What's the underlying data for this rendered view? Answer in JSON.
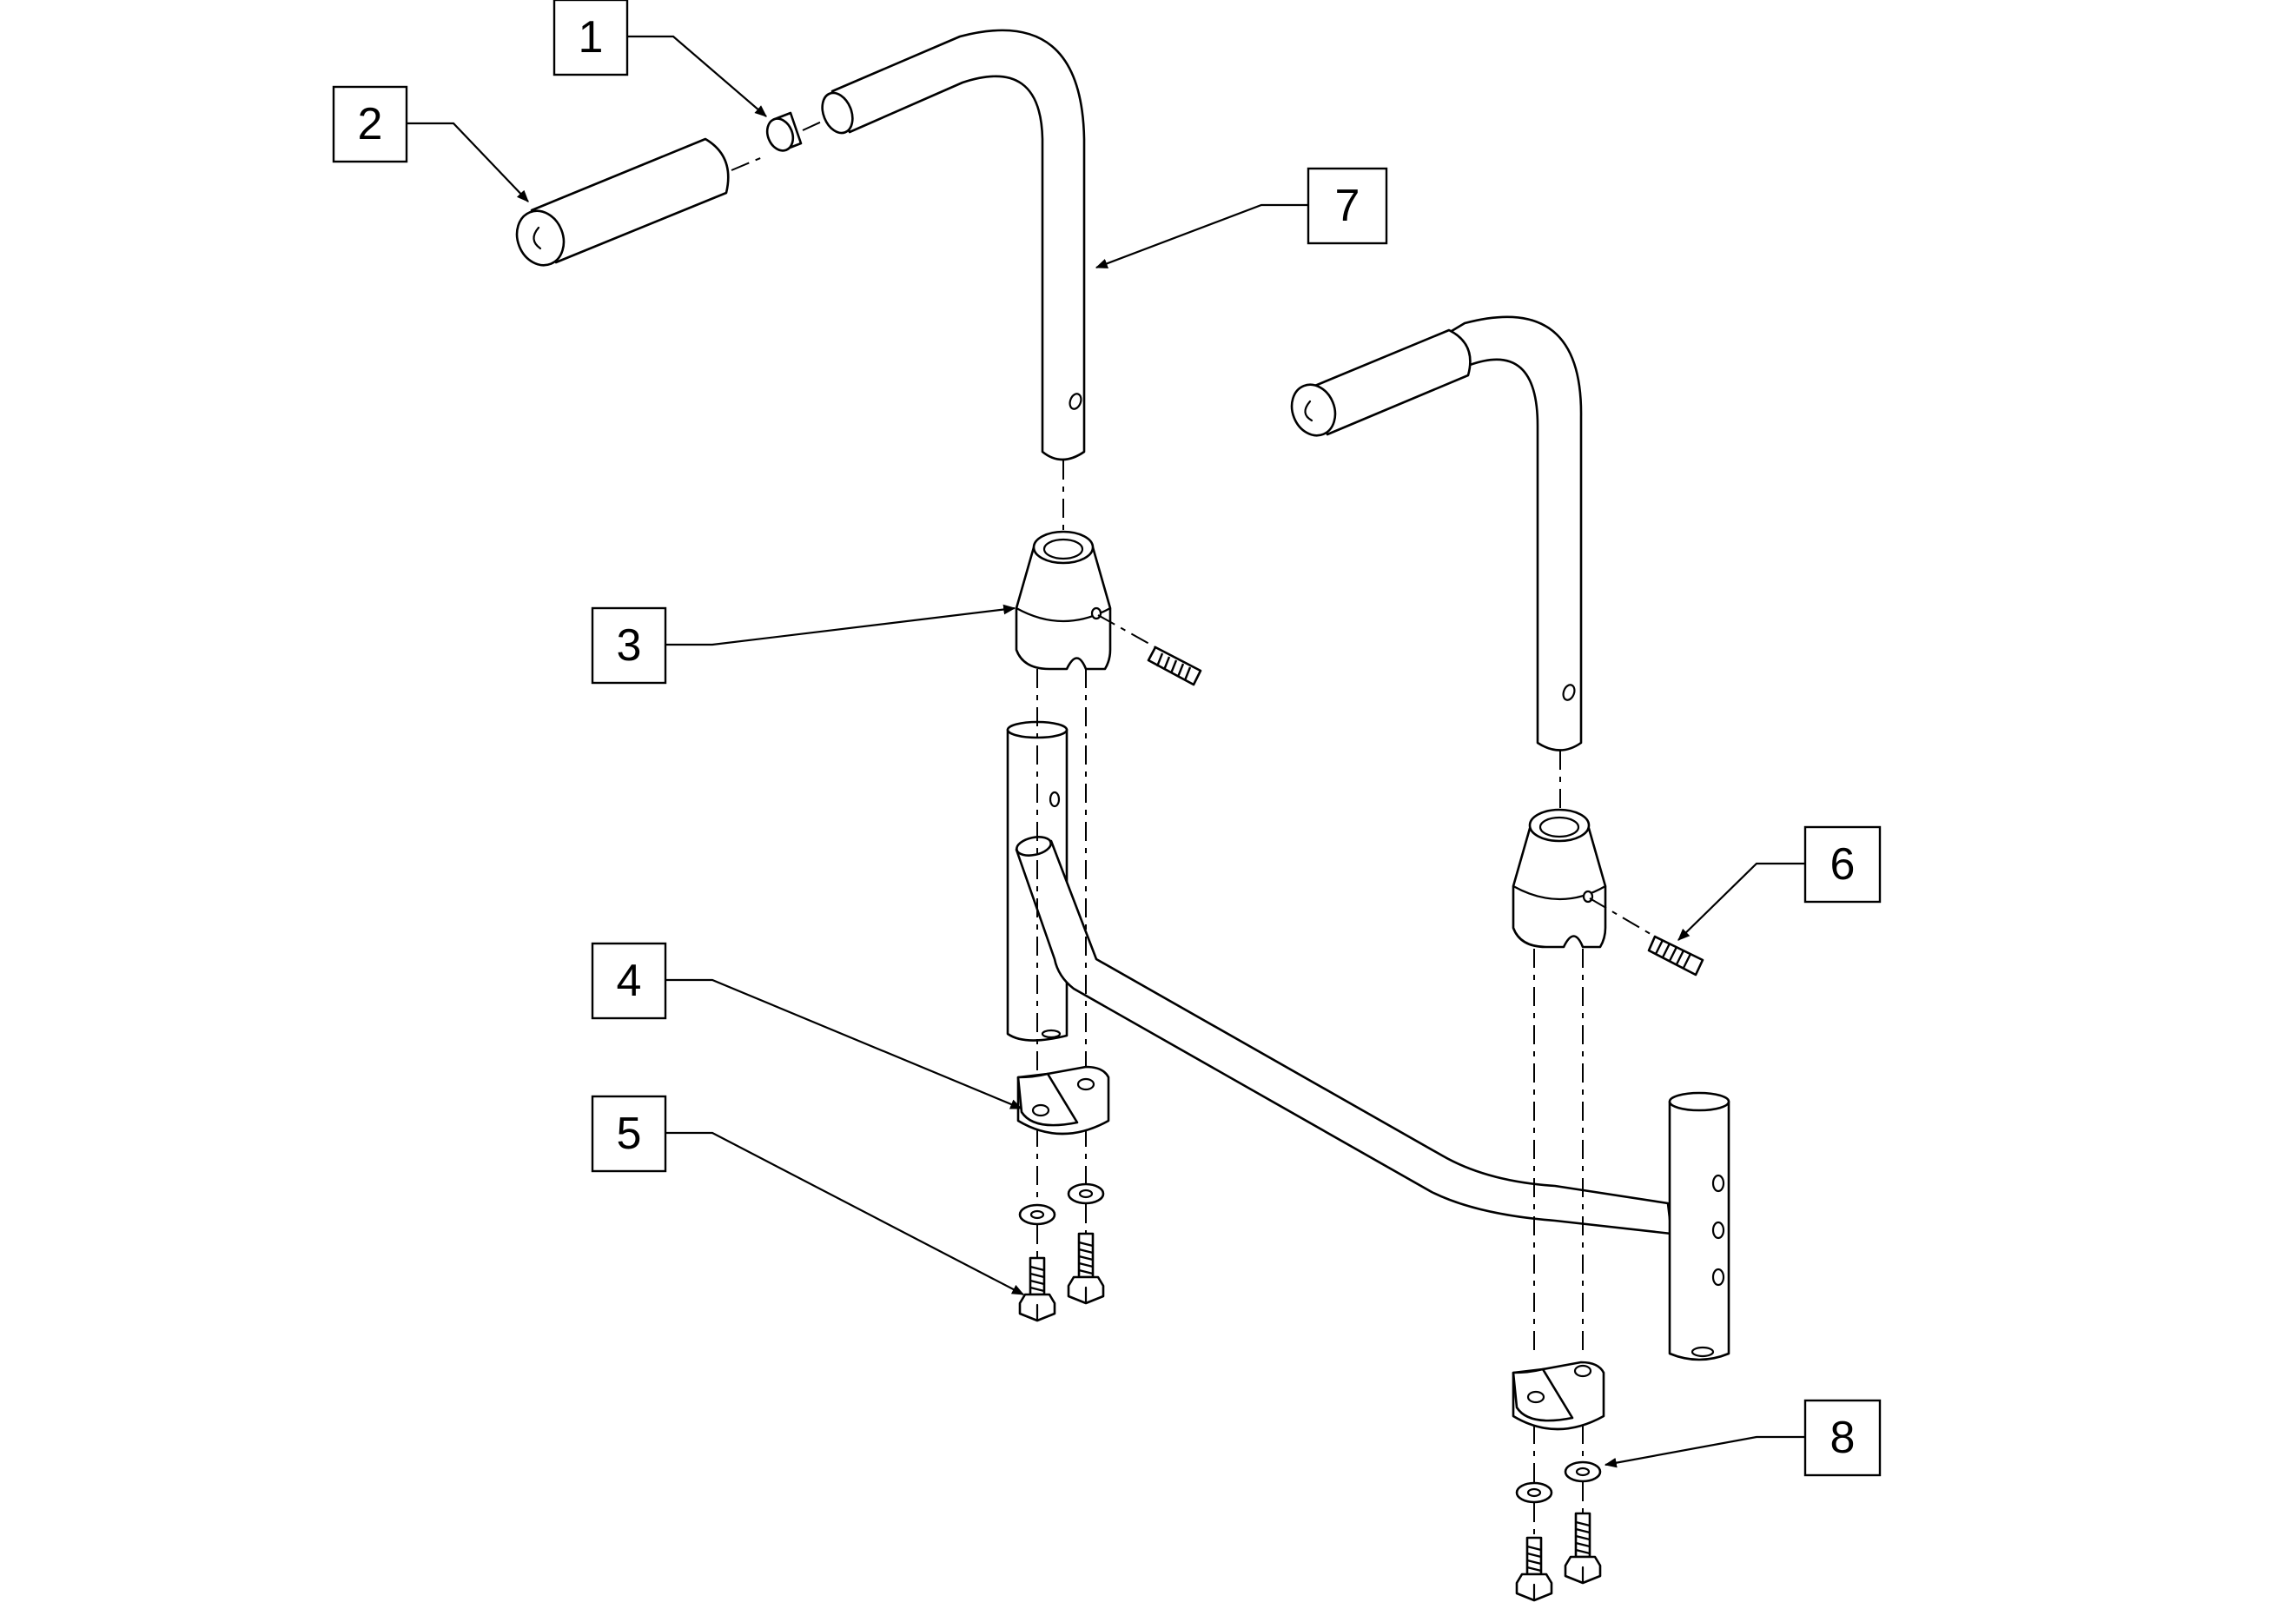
{
  "callouts": [
    {
      "label": "1"
    },
    {
      "label": "2"
    },
    {
      "label": "3"
    },
    {
      "label": "4"
    },
    {
      "label": "5"
    },
    {
      "label": "6"
    },
    {
      "label": "7"
    },
    {
      "label": "8"
    }
  ],
  "colors": {
    "line": "#000000",
    "background": "#ffffff"
  }
}
